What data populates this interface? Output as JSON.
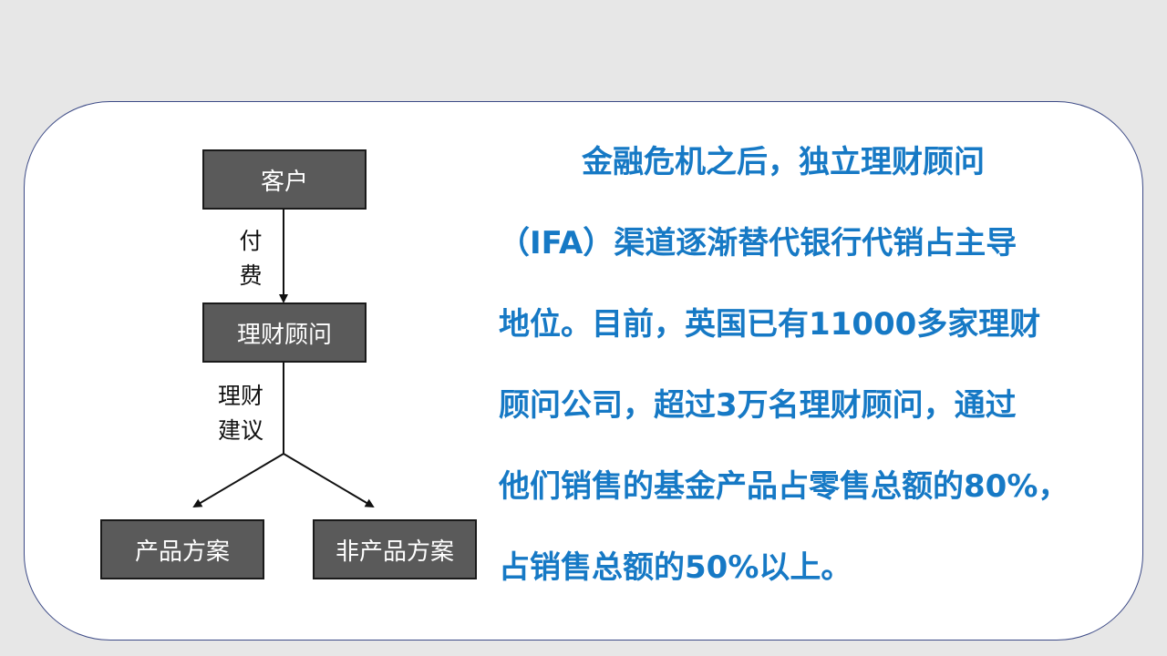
{
  "diagram": {
    "nodes": {
      "client": "客户",
      "advisor": "理财顾问",
      "product_plan": "产品方案",
      "non_product_plan": "非产品方案"
    },
    "edges": {
      "pay": [
        "付",
        "费"
      ],
      "advice": [
        "理财",
        "建议"
      ]
    }
  },
  "text": {
    "lines": [
      "金融危机之后，独立理财顾问",
      "（IFA）渠道逐渐替代银行代销占主导",
      "地位。目前，英国已有11000多家理财",
      "顾问公司，超过3万名理财顾问，通过",
      "他们销售的基金产品占零售总额的80%，",
      "占销售总额的50%以上。"
    ]
  },
  "colors": {
    "text_blue": "#1679c5",
    "box_fill": "#5a5a5a",
    "card_border": "#3c4a86",
    "background": "#e7e7e7"
  }
}
